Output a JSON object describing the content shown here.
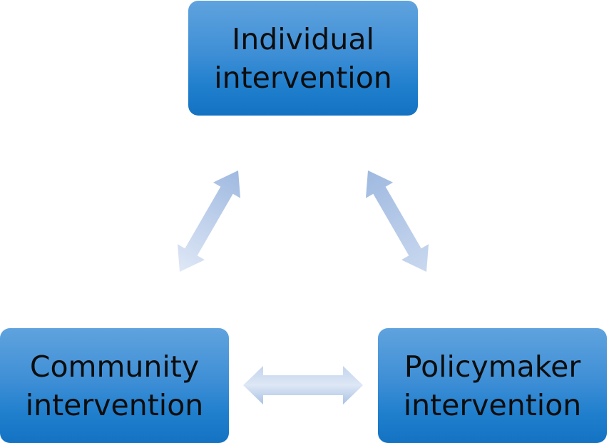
{
  "nodes": {
    "individual": {
      "line1": "Individual",
      "line2": "intervention"
    },
    "community": {
      "line1": "Community",
      "line2": "intervention"
    },
    "policymaker": {
      "line1": "Policymaker",
      "line2": "intervention"
    }
  },
  "colors": {
    "box_top": "#5fa3de",
    "box_bottom": "#1472c2",
    "arrow_light": "#dfe8f6",
    "arrow_dark": "#9fb9e0",
    "text": "#0d0d0d"
  }
}
